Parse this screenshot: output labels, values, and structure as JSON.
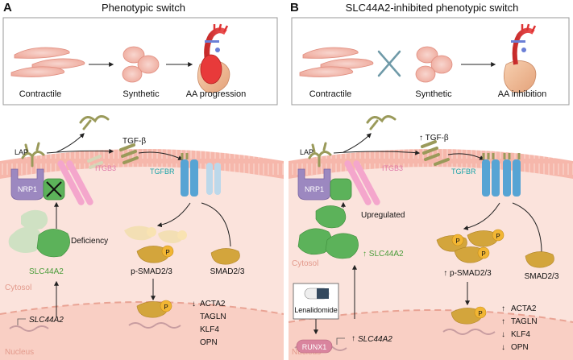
{
  "panel_a": {
    "letter": "A",
    "title": "Phenotypic switch",
    "stage_contractile": "Contractile",
    "stage_synthetic": "Synthetic",
    "stage_end": "AA progression",
    "lap": "LAP",
    "nrp1": "NRP1",
    "itgb3": "ITGB3",
    "tgfb": "TGF-β",
    "tgfbr": "TGFBR",
    "deficiency": "Deficiency",
    "slc44a2_protein": "SLC44A2",
    "cytosol": "Cytosol",
    "nucleus": "Nucleus",
    "slc44a2_gene": "SLC44A2",
    "psmad": "p-SMAD2/3",
    "smad": "SMAD2/3",
    "p": "P",
    "genes": [
      {
        "arrow": "↓",
        "name": "ACTA2"
      },
      {
        "arrow": "",
        "name": "TAGLN"
      },
      {
        "arrow": "",
        "name": "KLF4"
      },
      {
        "arrow": "",
        "name": "OPN"
      }
    ]
  },
  "panel_b": {
    "letter": "B",
    "title": "SLC44A2-inhibited phenotypic switch",
    "stage_contractile": "Contractile",
    "stage_synthetic": "Synthetic",
    "stage_end": "AA inhibition",
    "lap": "LAP",
    "nrp1": "NRP1",
    "itgb3": "ITGB3",
    "tgfb": "↑ TGF-β",
    "tgfbr": "TGFBR",
    "upregulated": "Upregulated",
    "slc44a2_protein": "↑ SLC44A2",
    "cytosol": "Cytosol",
    "nucleus": "Nucleus",
    "lenalidomide": "Lenalidomide",
    "runx1": "RUNX1",
    "slc44a2_gene": "SLC44A2",
    "psmad": "↑ p-SMAD2/3",
    "smad": "SMAD2/3",
    "p": "P",
    "genes": [
      {
        "arrow": "↑",
        "name": "ACTA2"
      },
      {
        "arrow": "↑",
        "name": "TAGLN"
      },
      {
        "arrow": "↓",
        "name": "KLF4"
      },
      {
        "arrow": "↓",
        "name": "OPN"
      }
    ]
  },
  "colors": {
    "membrane": "#f6b7ab",
    "cytoplasm": "#fbe3dc",
    "nucleus": "#f9cfc4",
    "nrp1": "#9c88c0",
    "slc44a2": "#5cb25a",
    "slc44a2_faint": "#cfe1c3",
    "itgb3": "#f4a6cc",
    "tgfbr": "#56a4d4",
    "smad": "#d3a53c",
    "phospho": "#f2b634",
    "lap": "#9a9a5a",
    "teal": "#1ba3a8",
    "pink_text": "#e07aa8",
    "green_text": "#4a9c3a"
  }
}
